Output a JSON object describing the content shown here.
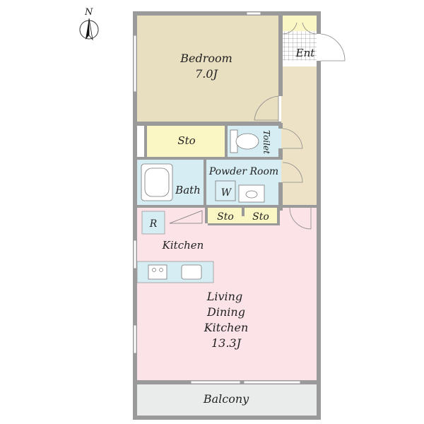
{
  "compass": {
    "label": "N"
  },
  "rooms": {
    "bedroom": {
      "name": "Bedroom",
      "size": "7.0J"
    },
    "entrance": {
      "name": "Ent"
    },
    "storage_main": {
      "name": "Sto"
    },
    "toilet": {
      "name": "Toilet"
    },
    "powder_room": {
      "name": "Powder  Room"
    },
    "washer": {
      "name": "W"
    },
    "bath": {
      "name": "Bath"
    },
    "storage_left": {
      "name": "Sto"
    },
    "storage_right": {
      "name": "Sto"
    },
    "refrigerator": {
      "name": "R"
    },
    "kitchen": {
      "name": "Kitchen"
    },
    "ldk": {
      "line1": "Living",
      "line2": "Dining",
      "line3": "Kitchen",
      "size": "13.3J"
    },
    "balcony": {
      "name": "Balcony"
    }
  },
  "colors": {
    "bedroom": "#e8dfc0",
    "corridor": "#ede2c6",
    "wet": "#d6eef3",
    "storage": "#fbf7c4",
    "ldk": "#fbe3e8",
    "balcony": "#e9ecea",
    "wall": "#9a9a9a"
  }
}
